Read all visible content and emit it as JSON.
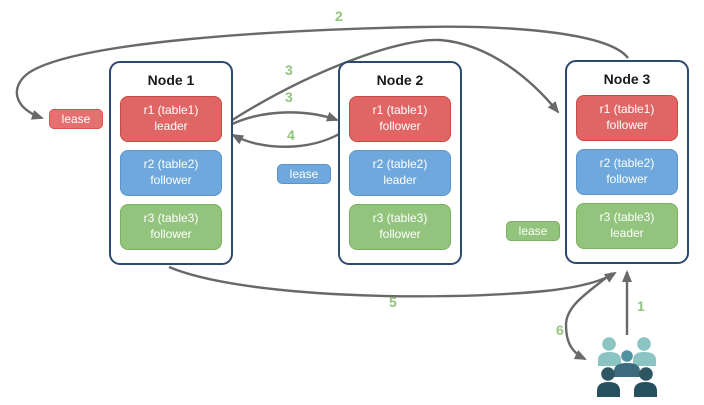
{
  "diagram": {
    "nodes": [
      {
        "title": "Node 1",
        "replicas": [
          {
            "label": "r1 (table1)",
            "role": "leader"
          },
          {
            "label": "r2 (table2)",
            "role": "follower"
          },
          {
            "label": "r3 (table3)",
            "role": "follower"
          }
        ]
      },
      {
        "title": "Node 2",
        "replicas": [
          {
            "label": "r1 (table1)",
            "role": "follower"
          },
          {
            "label": "r2 (table2)",
            "role": "leader"
          },
          {
            "label": "r3 (table3)",
            "role": "follower"
          }
        ]
      },
      {
        "title": "Node 3",
        "replicas": [
          {
            "label": "r1 (table1)",
            "role": "follower"
          },
          {
            "label": "r2 (table2)",
            "role": "follower"
          },
          {
            "label": "r3 (table3)",
            "role": "leader"
          }
        ]
      }
    ],
    "leases": [
      {
        "label": "lease",
        "color": "#e57070"
      },
      {
        "label": "lease",
        "color": "#6fa8dc"
      },
      {
        "label": "lease",
        "color": "#93c47d"
      }
    ],
    "steps": {
      "step1": "1",
      "step2": "2",
      "step3a": "3",
      "step3b": "3",
      "step4": "4",
      "step5": "5",
      "step6": "6"
    },
    "colors": {
      "replica_red": "#e06666",
      "replica_blue": "#6fa8dc",
      "replica_green": "#93c47d",
      "node_border": "#2b4a70",
      "arrow": "#696969",
      "step_label": "#93c47d",
      "users_light_teal": "#8cc4c4",
      "users_mid_teal": "#4f93a2",
      "users_dark_slate": "#2e5562"
    }
  }
}
